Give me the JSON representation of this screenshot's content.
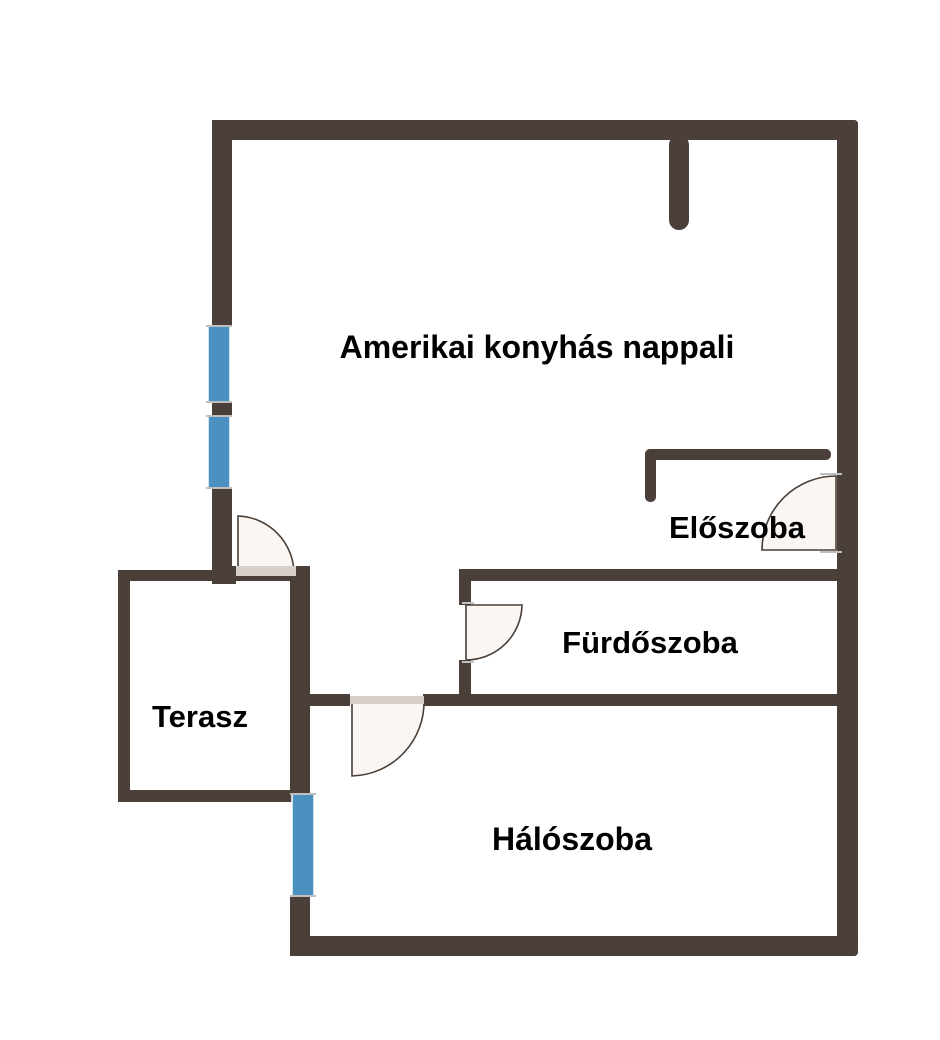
{
  "rooms": {
    "living": "Amerikai konyhás nappali",
    "hall": "Előszoba",
    "bathroom": "Fürdőszoba",
    "terrace": "Terasz",
    "bedroom": "Hálószoba"
  },
  "colors": {
    "wall": "#4a3f39",
    "window": "#4a90c0",
    "door": "#fbf6f2",
    "background": "#ffffff"
  }
}
